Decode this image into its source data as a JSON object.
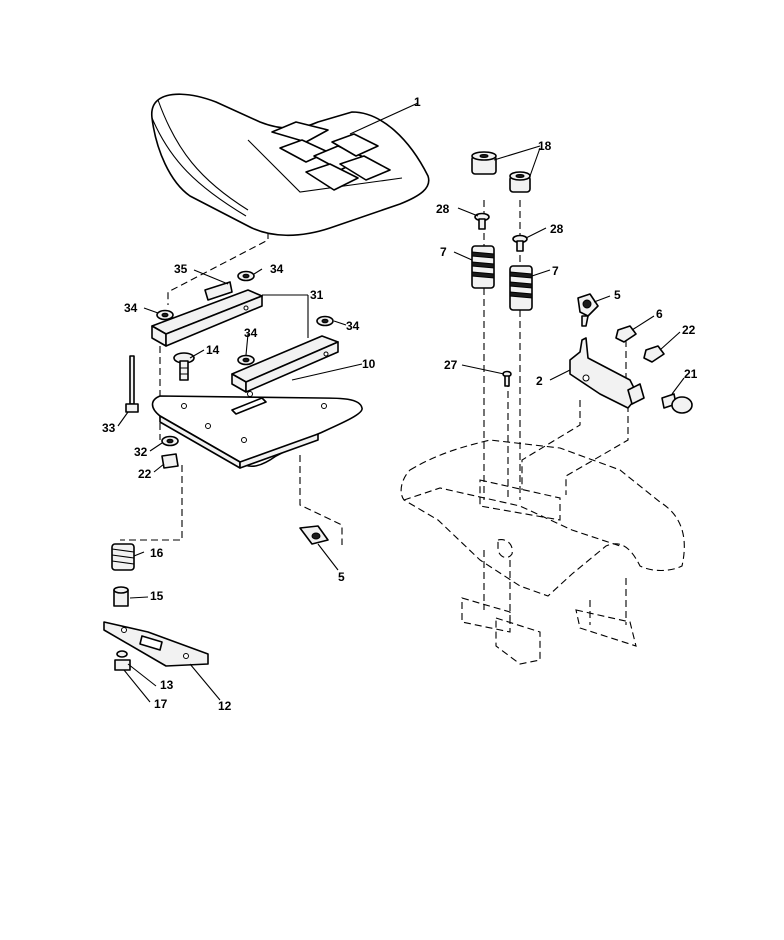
{
  "diagram": {
    "callouts": {
      "c1": "1",
      "c18": "18",
      "c28a": "28",
      "c28b": "28",
      "c7a": "7",
      "c7b": "7",
      "c35": "35",
      "c34a": "34",
      "c34b": "34",
      "c34c": "34",
      "c34d": "34",
      "c31": "31",
      "c14": "14",
      "c10": "10",
      "c33": "33",
      "c32": "32",
      "c22a": "22",
      "c5a": "5",
      "c6": "6",
      "c22b": "22",
      "c27": "27",
      "c2": "2",
      "c21": "21",
      "c16": "16",
      "c15": "15",
      "c5b": "5",
      "c13": "13",
      "c17": "17",
      "c12": "12"
    }
  }
}
